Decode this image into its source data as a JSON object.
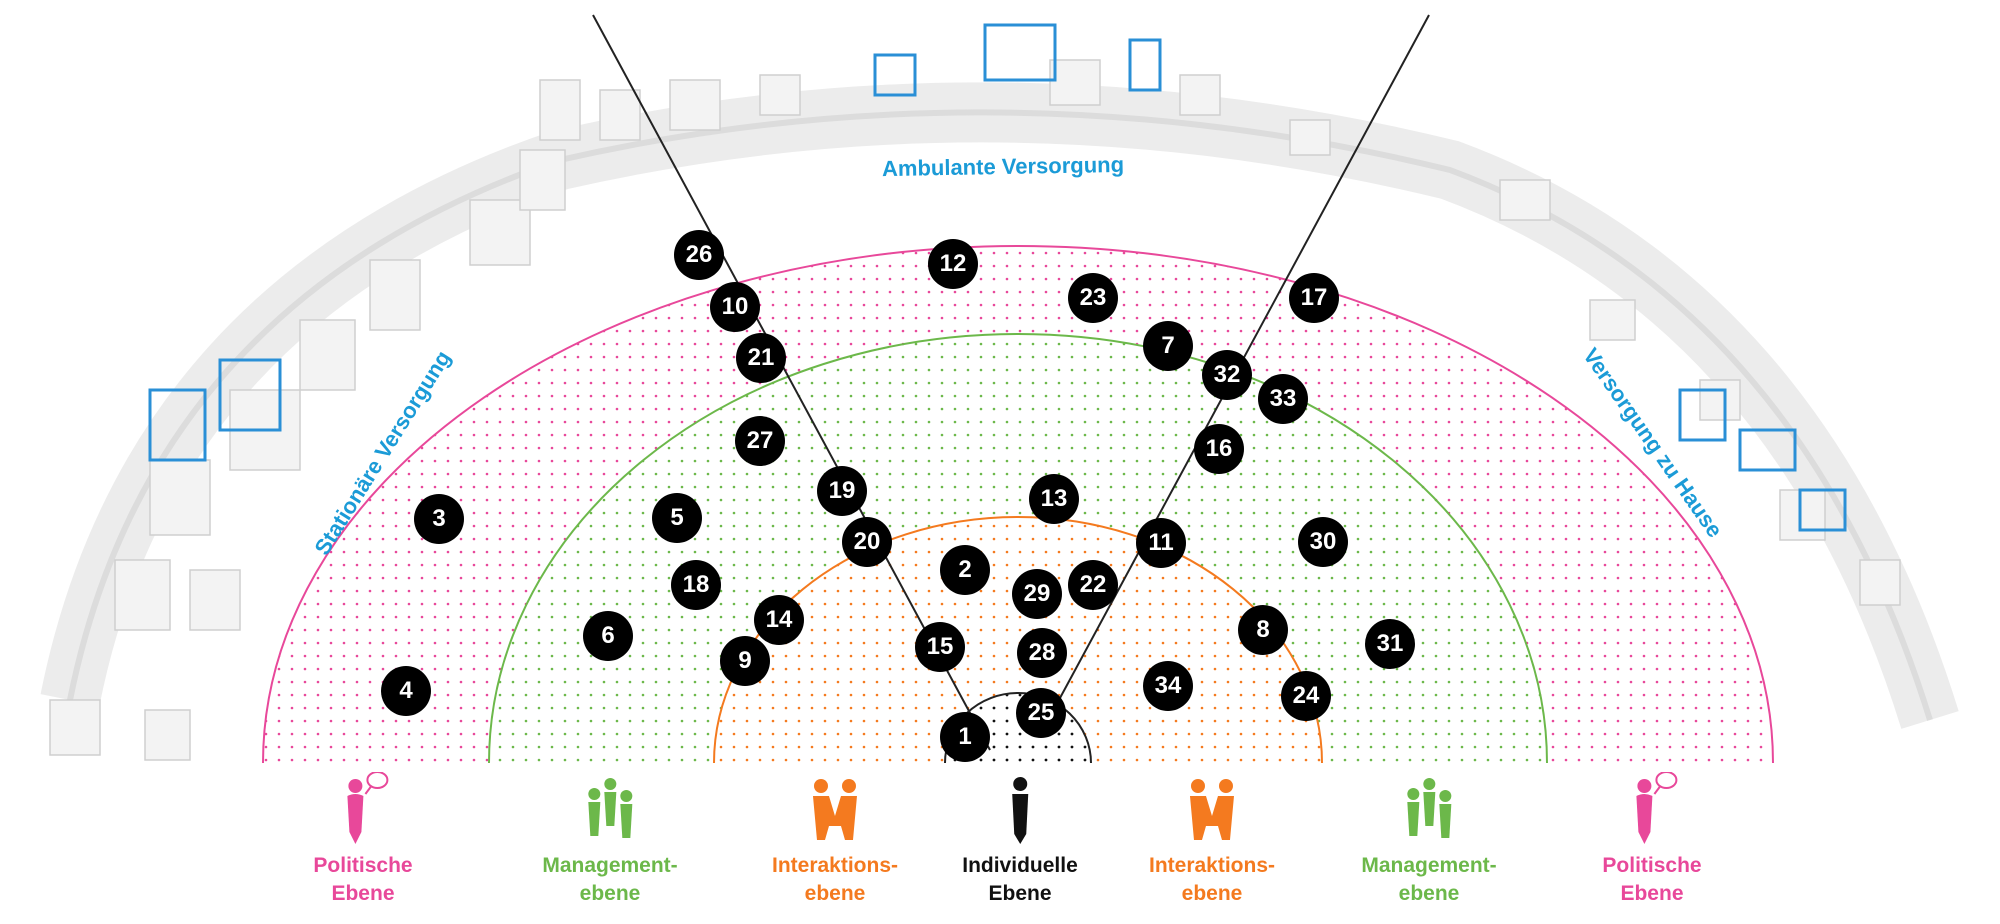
{
  "zones": {
    "ambulant": "Ambulante Versorgung",
    "stationaer": "Stationäre Versorgung",
    "zuhause": "Versorgung zu Hause"
  },
  "levels": [
    {
      "line1": "Politische",
      "line2": "Ebene",
      "color": "#e8489a",
      "icon": "person-speech-icon"
    },
    {
      "line1": "Management-",
      "line2": "ebene",
      "color": "#6cb84a",
      "icon": "group-icon"
    },
    {
      "line1": "Interaktions-",
      "line2": "ebene",
      "color": "#f47a1f",
      "icon": "handshake-icon"
    },
    {
      "line1": "Individuelle",
      "line2": "Ebene",
      "color": "#111111",
      "icon": "person-icon"
    },
    {
      "line1": "Interaktions-",
      "line2": "ebene",
      "color": "#f47a1f",
      "icon": "handshake-icon"
    },
    {
      "line1": "Management-",
      "line2": "ebene",
      "color": "#6cb84a",
      "icon": "group-icon"
    },
    {
      "line1": "Politische",
      "line2": "Ebene",
      "color": "#e8489a",
      "icon": "person-speech-icon"
    }
  ],
  "markers": [
    "1",
    "2",
    "3",
    "4",
    "5",
    "6",
    "7",
    "8",
    "9",
    "10",
    "11",
    "12",
    "13",
    "14",
    "15",
    "16",
    "17",
    "18",
    "19",
    "20",
    "21",
    "22",
    "23",
    "24",
    "25",
    "26",
    "27",
    "28",
    "29",
    "30",
    "31",
    "32",
    "33",
    "34"
  ],
  "colors": {
    "accent": "#1b9bd7",
    "pink": "#e8489a",
    "green": "#6cb84a",
    "orange": "#f47a1f",
    "black": "#111111"
  }
}
